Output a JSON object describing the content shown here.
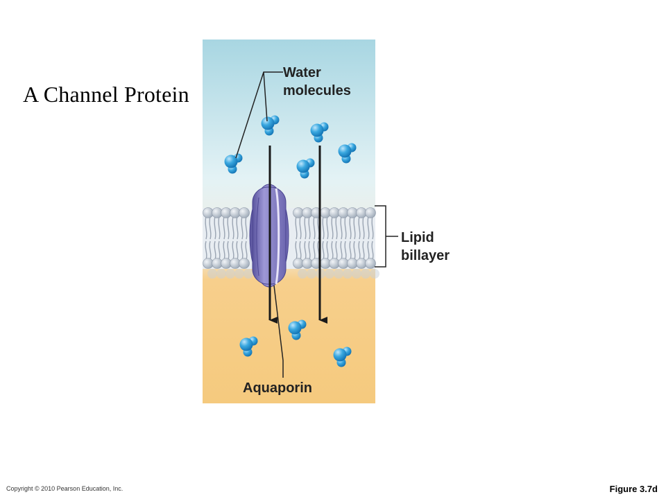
{
  "title": "A Channel Protein",
  "labels": {
    "water": [
      "Water",
      "molecules"
    ],
    "lipid": [
      "Lipid",
      "billayer"
    ],
    "aquaporin": "Aquaporin"
  },
  "footer": {
    "copyright": "Copyright © 2010 Pearson Education, Inc.",
    "figure": "Figure 3.7d"
  },
  "colors": {
    "water_molecule": "#2a9ad8",
    "channel_protein": "#8e88c8",
    "extracellular": "#cfe8ee",
    "intracellular": "#f3c77e",
    "lipid_head": "#b9c3cf"
  }
}
